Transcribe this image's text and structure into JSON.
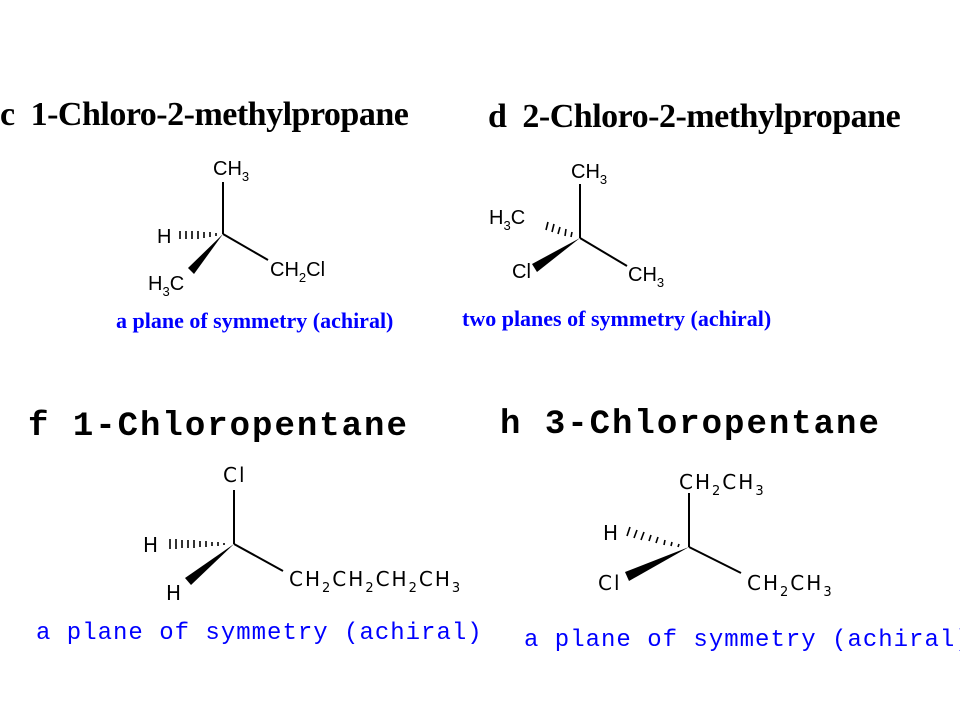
{
  "panels": {
    "c": {
      "letter": "c",
      "name": "1-Chloro-2-methylpropane",
      "caption": "a plane of symmetry (achiral)",
      "atoms": {
        "top": [
          "CH",
          "3"
        ],
        "left": "H",
        "right": [
          "CH",
          "2",
          "Cl"
        ],
        "bottom": [
          "H",
          "3",
          "C"
        ]
      }
    },
    "d": {
      "letter": "d",
      "name": "2-Chloro-2-methylpropane",
      "caption": "two planes of symmetry (achiral)",
      "atoms": {
        "top": [
          "CH",
          "3"
        ],
        "left": [
          "H",
          "3",
          "C"
        ],
        "right": [
          "CH",
          "3"
        ],
        "bottom": "Cl"
      }
    },
    "f": {
      "letter": "f",
      "name": "1-Chloropentane",
      "caption": "a plane of symmetry (achiral)",
      "atoms": {
        "top": "Cl",
        "left": "H",
        "bottom": "H",
        "right": [
          "CH",
          "2",
          "CH",
          "2",
          "CH",
          "2",
          "CH",
          "3"
        ]
      }
    },
    "h": {
      "letter": "h",
      "name": "3-Chloropentane",
      "caption": "a plane of symmetry (achiral)",
      "atoms": {
        "top": [
          "CH",
          "2",
          "CH",
          "3"
        ],
        "left": "H",
        "bottom": "Cl",
        "right": [
          "CH",
          "2",
          "CH",
          "3"
        ]
      }
    }
  }
}
